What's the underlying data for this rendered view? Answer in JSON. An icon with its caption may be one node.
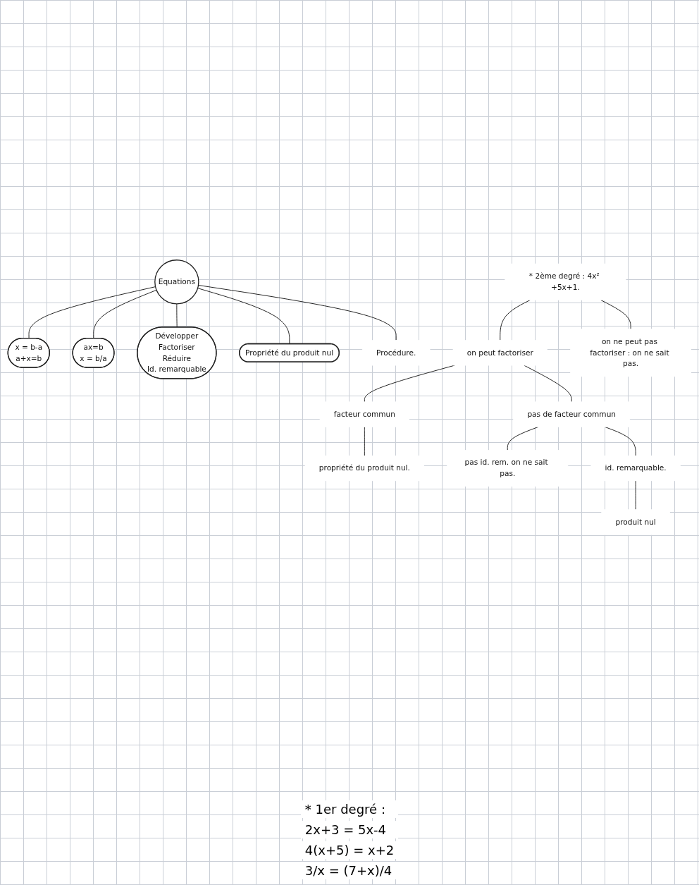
{
  "diagram": {
    "nodes": [
      {
        "text": [
          "Equations"
        ]
      },
      {
        "text": [
          "x = b-a",
          "a+x=b"
        ]
      },
      {
        "text": [
          "ax=b",
          "x = b/a"
        ]
      },
      {
        "text": [
          "Développer",
          "Factoriser",
          "Réduire",
          "Id. remarquable"
        ]
      },
      {
        "text": [
          "Propriété du produit nul"
        ]
      },
      {
        "text": [
          "Procédure."
        ]
      },
      {
        "text": [
          "* 2ème degré : 4x² +5x+1."
        ]
      },
      {
        "text": [
          "on peut factoriser"
        ]
      },
      {
        "text": [
          "on ne peut pas factoriser : on ne sait pas."
        ]
      },
      {
        "text": [
          "facteur commun"
        ]
      },
      {
        "text": [
          "pas de facteur commun"
        ]
      },
      {
        "text": [
          "propriété du produit nul."
        ]
      },
      {
        "text": [
          "pas id. rem. on ne sait pas."
        ]
      },
      {
        "text": [
          "id. remarquable."
        ]
      },
      {
        "text": [
          "produit nul"
        ]
      }
    ],
    "edges": [
      {
        "from": 0,
        "to": 1,
        "arrow": "none"
      },
      {
        "from": 0,
        "to": 2,
        "arrow": "none"
      },
      {
        "from": 0,
        "to": 3,
        "arrow": "none"
      },
      {
        "from": 0,
        "to": 4,
        "arrow": "none"
      },
      {
        "from": 0,
        "to": 5,
        "arrow": "none"
      },
      {
        "from": 6,
        "to": 7,
        "arrow": "none"
      },
      {
        "from": 6,
        "to": 8,
        "arrow": "none"
      },
      {
        "from": 7,
        "to": 9,
        "arrow": "none"
      },
      {
        "from": 7,
        "to": 10,
        "arrow": "none"
      },
      {
        "from": 9,
        "to": 11,
        "arrow": "none"
      },
      {
        "from": 10,
        "to": 12,
        "arrow": "none"
      },
      {
        "from": 10,
        "to": 13,
        "arrow": "none"
      },
      {
        "from": 13,
        "to": 14,
        "arrow": "none"
      }
    ],
    "labels": [
      "* 1er degré :",
      "2x+3 = 5x-4",
      "4(x+5) = x+2",
      "3/x = (7+x)/4"
    ]
  }
}
